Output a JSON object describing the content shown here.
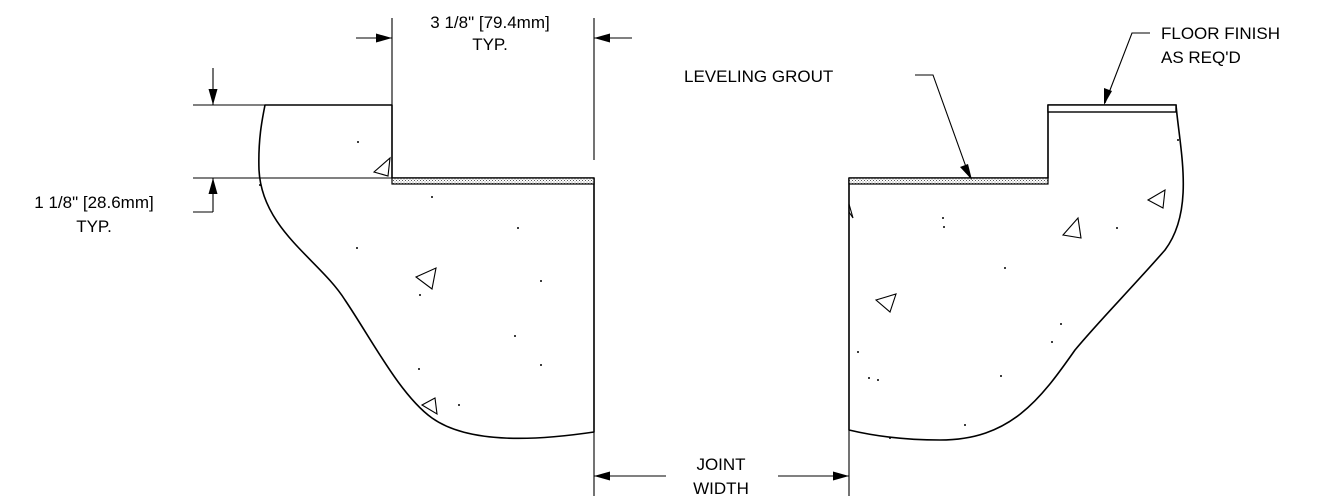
{
  "labels": {
    "width_dim_line1": "3 1/8\" [79.4mm]",
    "width_dim_line2": "TYP.",
    "depth_dim_line1": "1 1/8\" [28.6mm]",
    "depth_dim_line2": "TYP.",
    "grout_label": "LEVELING GROUT",
    "finish_line1": "FLOOR FINISH",
    "finish_line2": "AS REQ'D",
    "joint_line1": "JOINT",
    "joint_line2": "WIDTH"
  }
}
